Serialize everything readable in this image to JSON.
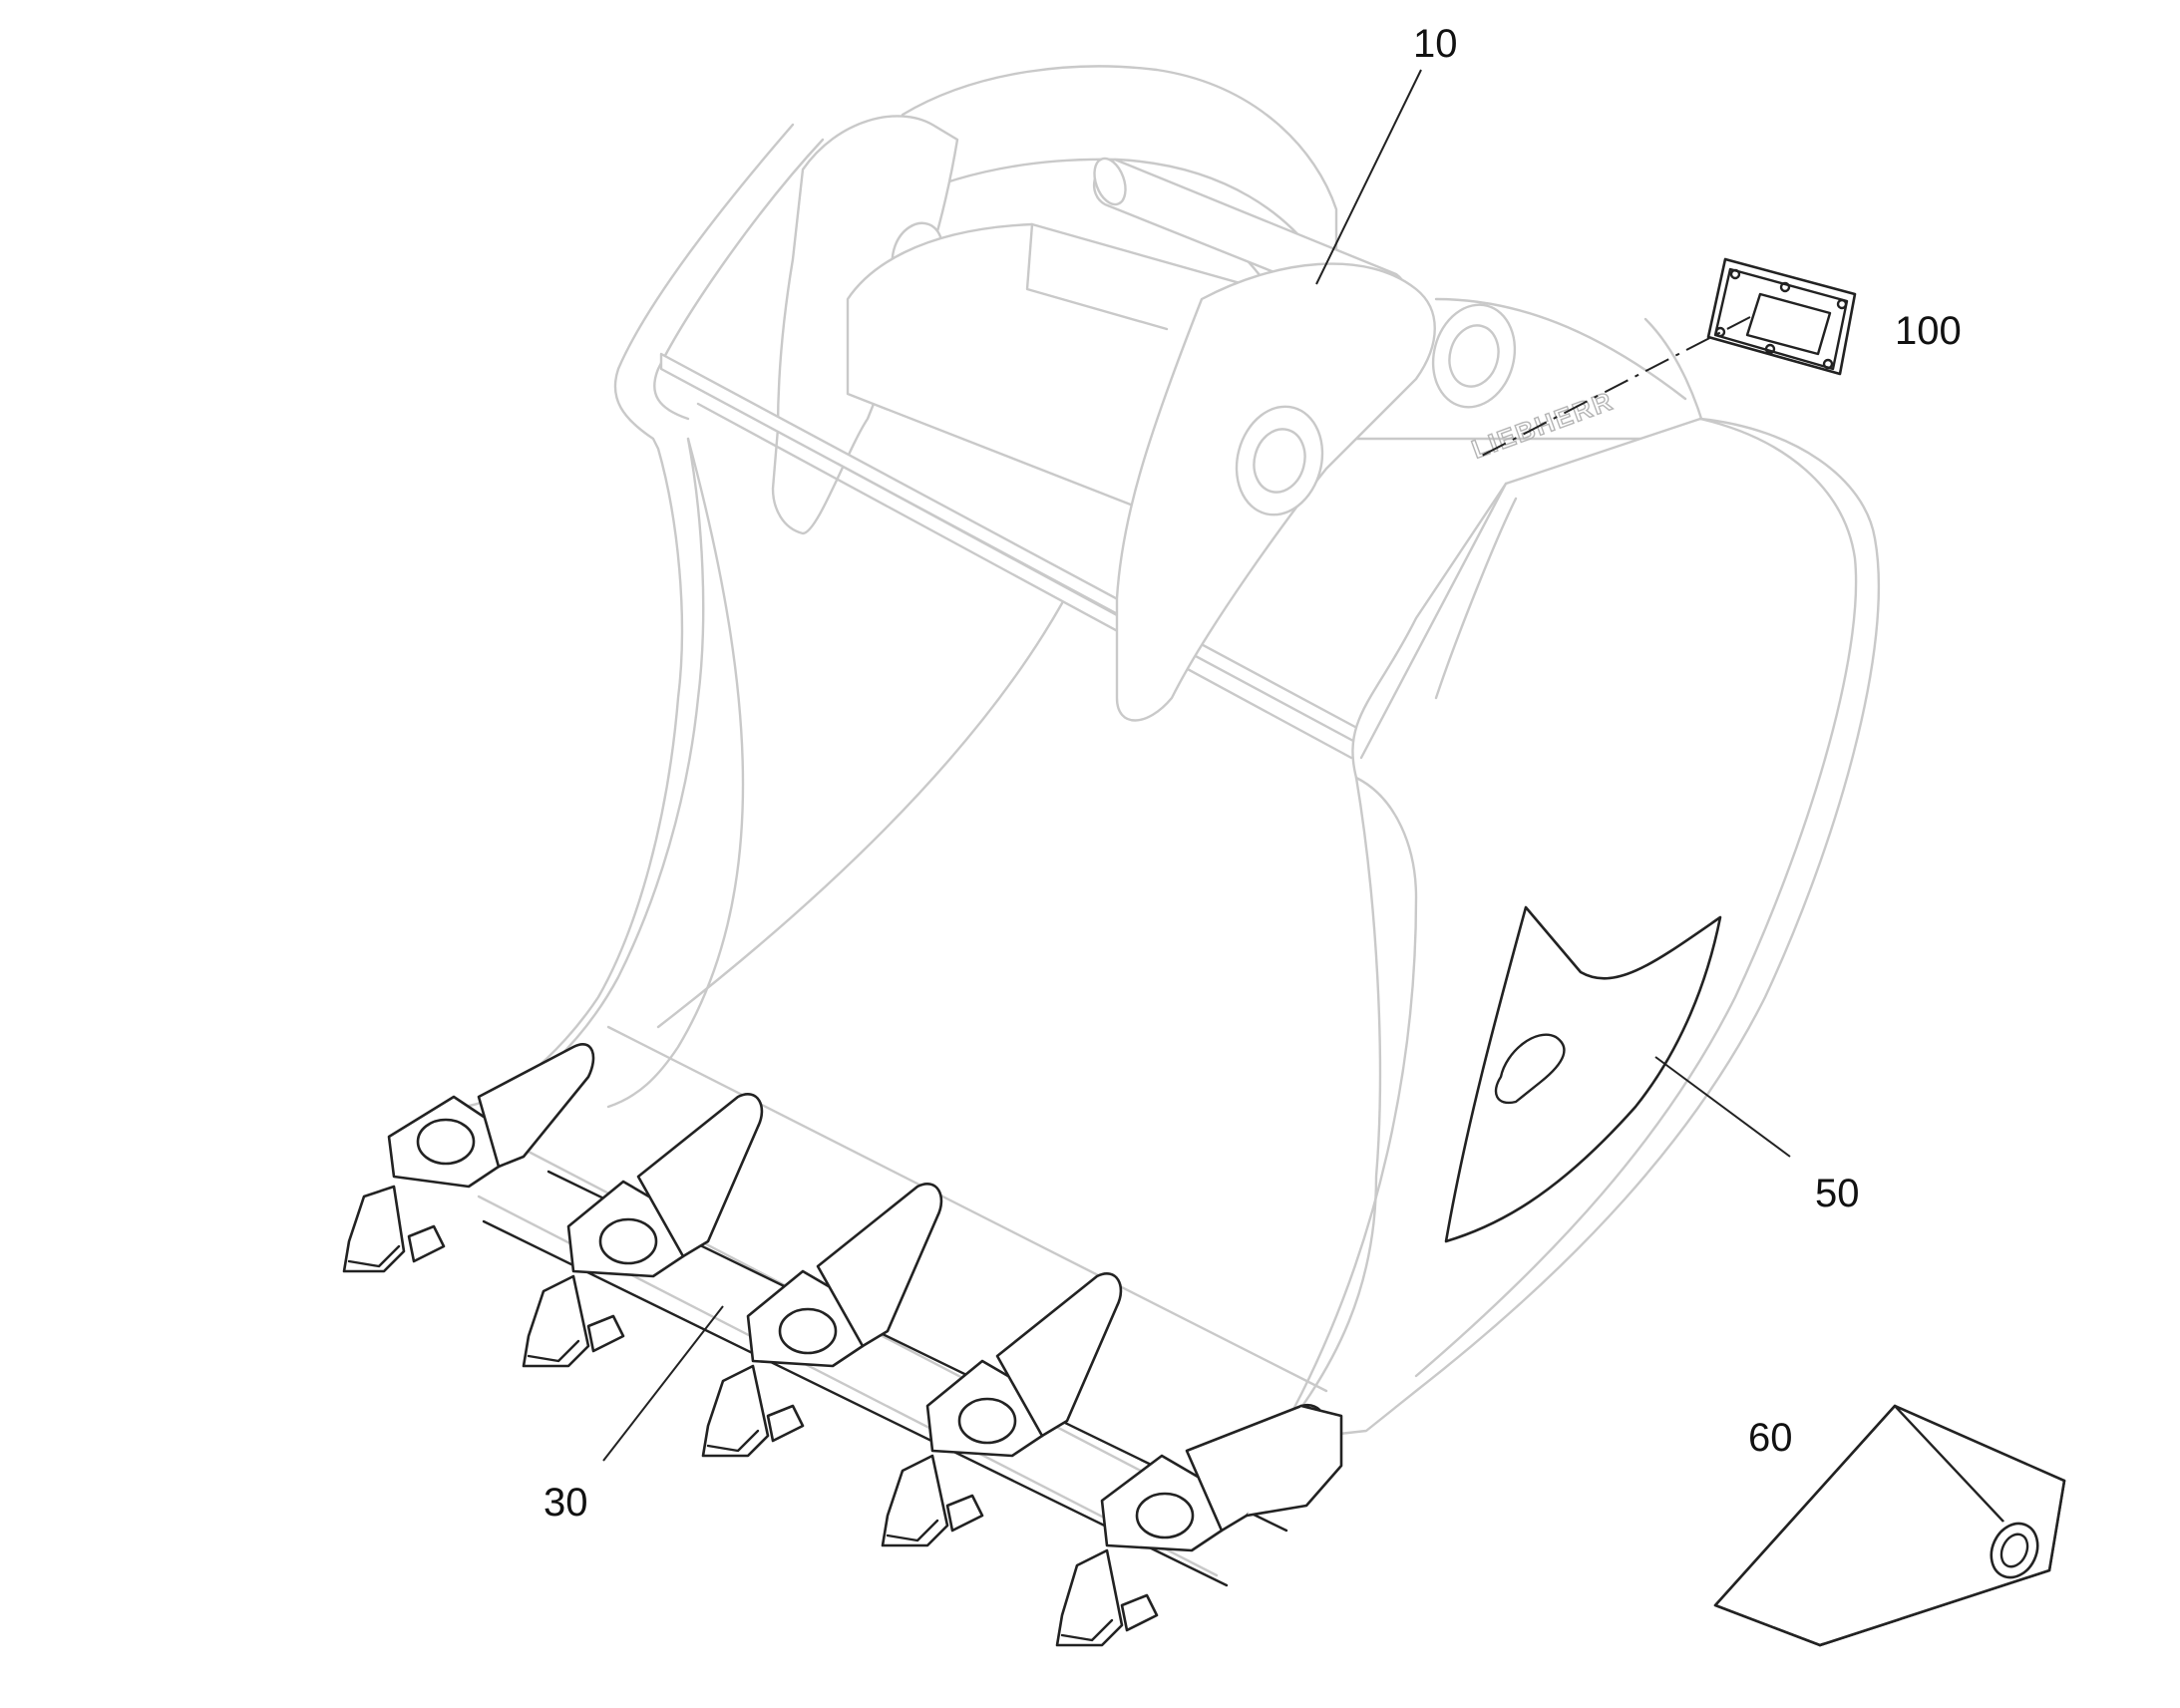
{
  "diagram": {
    "callouts": [
      {
        "id": "callout-10",
        "label": "10"
      },
      {
        "id": "callout-100",
        "label": "100"
      },
      {
        "id": "callout-50",
        "label": "50"
      },
      {
        "id": "callout-30",
        "label": "30"
      },
      {
        "id": "callout-60",
        "label": "60"
      }
    ],
    "logo_text": "LIEBHERR",
    "colors": {
      "line_dark": "#222222",
      "line_faint": "#c9c9c9",
      "background": "#ffffff"
    }
  }
}
